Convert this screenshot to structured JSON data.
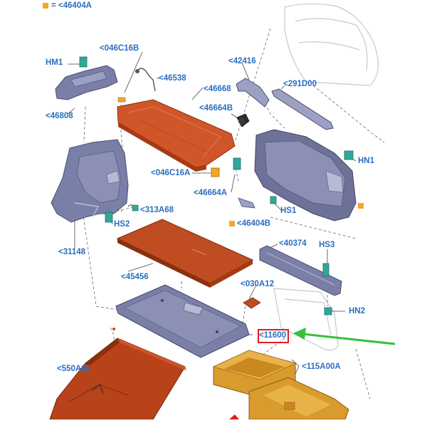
{
  "legend": {
    "label": "= <46404A",
    "swatch_color": "#f5a623"
  },
  "colors": {
    "label_blue": "#2b6fc0",
    "panel_orange": "#d0562a",
    "panel_dark_orange": "#a63a14",
    "trim_gray_blue": "#7a7fa8",
    "clip_teal": "#2fa89a",
    "box_gold": "#d99a2e",
    "highlight_red": "#e02020",
    "arrow_green": "#35c23a"
  },
  "labels": {
    "hm1": "HM1",
    "p046c16b": "<046C16B",
    "p42416": "<42416",
    "p46808": "<46808",
    "p46538": "<46538",
    "p46668": "<46668",
    "p291d00": "<291D00",
    "p46664b": "<46664B",
    "hn1": "HN1",
    "p046c16a": "<046C16A",
    "p46664a": "<46664A",
    "hs1": "HS1",
    "p313a68": "<313A68",
    "hs2": "HS2",
    "p46404b": "<46404B",
    "p31148": "<31148",
    "p40374": "<40374",
    "hs3": "HS3",
    "p45456": "<45456",
    "p030a12": "<030A12",
    "hn2": "HN2",
    "p11600": "<11600",
    "p550a66": "<550A66",
    "p115a00a": "<115A00A"
  },
  "highlighted_part": "<11600"
}
